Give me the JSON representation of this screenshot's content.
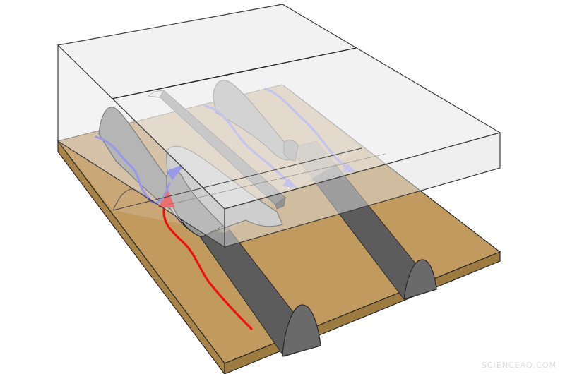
{
  "diagram": {
    "colors": {
      "bed_top": "#c09a5e",
      "bed_side": "#a88449",
      "bed_under_ice": "#cfb28c",
      "channel_dark": "#5c5c5c",
      "ridge_fill": "#8f8f8f",
      "ridge_shade": "#737373",
      "esker_light": "#bdbdbd",
      "ice_fill": "#e9e9e9",
      "ice_stroke": "#555555",
      "meltwater_blue": "#5b5bea",
      "red_flow": "#ee1111",
      "conduit": "#6a6a6a"
    },
    "icons": [
      "ice-sheet-block",
      "bed-surface",
      "meltwater-arrow",
      "red-flow-arrow",
      "conduit-tube"
    ]
  },
  "watermark": {
    "text": "SCIENCEAQ.COM"
  }
}
